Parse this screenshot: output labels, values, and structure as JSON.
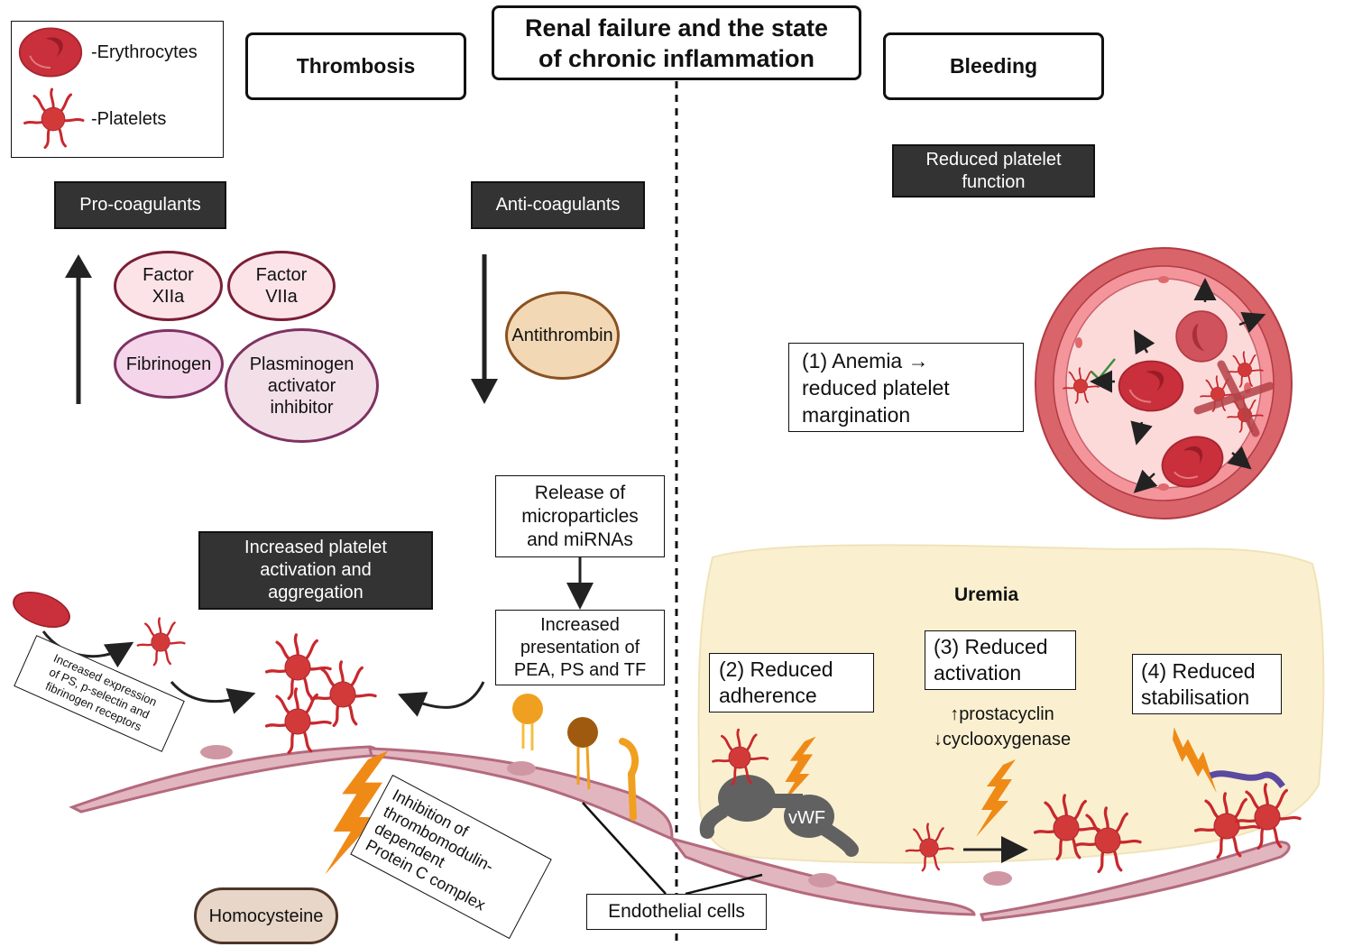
{
  "legend": {
    "items": [
      {
        "icon": "erythrocyte-icon",
        "label": "-Erythrocytes"
      },
      {
        "icon": "platelet-icon",
        "label": "-Platelets"
      }
    ]
  },
  "headers": {
    "thrombosis": "Thrombosis",
    "center": "Renal failure and the state\nof chronic inflammation",
    "bleeding": "Bleeding"
  },
  "thrombosis": {
    "pro_coagulants": {
      "label": "Pro-coagulants",
      "direction": "increased",
      "factors": [
        "Factor\nXIIa",
        "Factor\nVIIa",
        "Fibrinogen",
        "Plasminogen\nactivator\ninhibitor"
      ]
    },
    "anti_coagulants": {
      "label": "Anti-coagulants",
      "direction": "decreased",
      "factors": [
        "Antithrombin"
      ]
    },
    "platelet_activation": "Increased platelet\nactivation and\naggregation",
    "expression_note": "Increased expression\nof PS, p-selectin and\nfibrinogen receptors",
    "microparticles": "Release of\nmicroparticles\nand miRNAs",
    "presentation": "Increased\npresentation of\nPEA, PS and TF",
    "thrombomodulin": "Inhibition of\nthrombomodulin-\ndependent\nProtein C complex",
    "homocysteine": "Homocysteine"
  },
  "bleeding": {
    "reduced_function": "Reduced platelet\nfunction",
    "anemia": "(1) Anemia →\nreduced platelet\nmargination",
    "uremia": {
      "title": "Uremia",
      "adherence": "(2) Reduced\nadherence",
      "activation": "(3) Reduced\nactivation",
      "activation_notes": "↑prostacyclin\n↓cyclooxygenase",
      "stabilisation": "(4) Reduced\nstabilisation",
      "vwf": "vWF"
    }
  },
  "endothelial": "Endothelial cells",
  "colors": {
    "platelet": "#d23a3a",
    "erythrocyte": "#c9303c",
    "endothelium": "#e2b6bf",
    "endothelium_border": "#b46a7e",
    "lightning": "#ef8a17",
    "uremia_bg": "#faf0d0",
    "dark_box": "#333333"
  }
}
